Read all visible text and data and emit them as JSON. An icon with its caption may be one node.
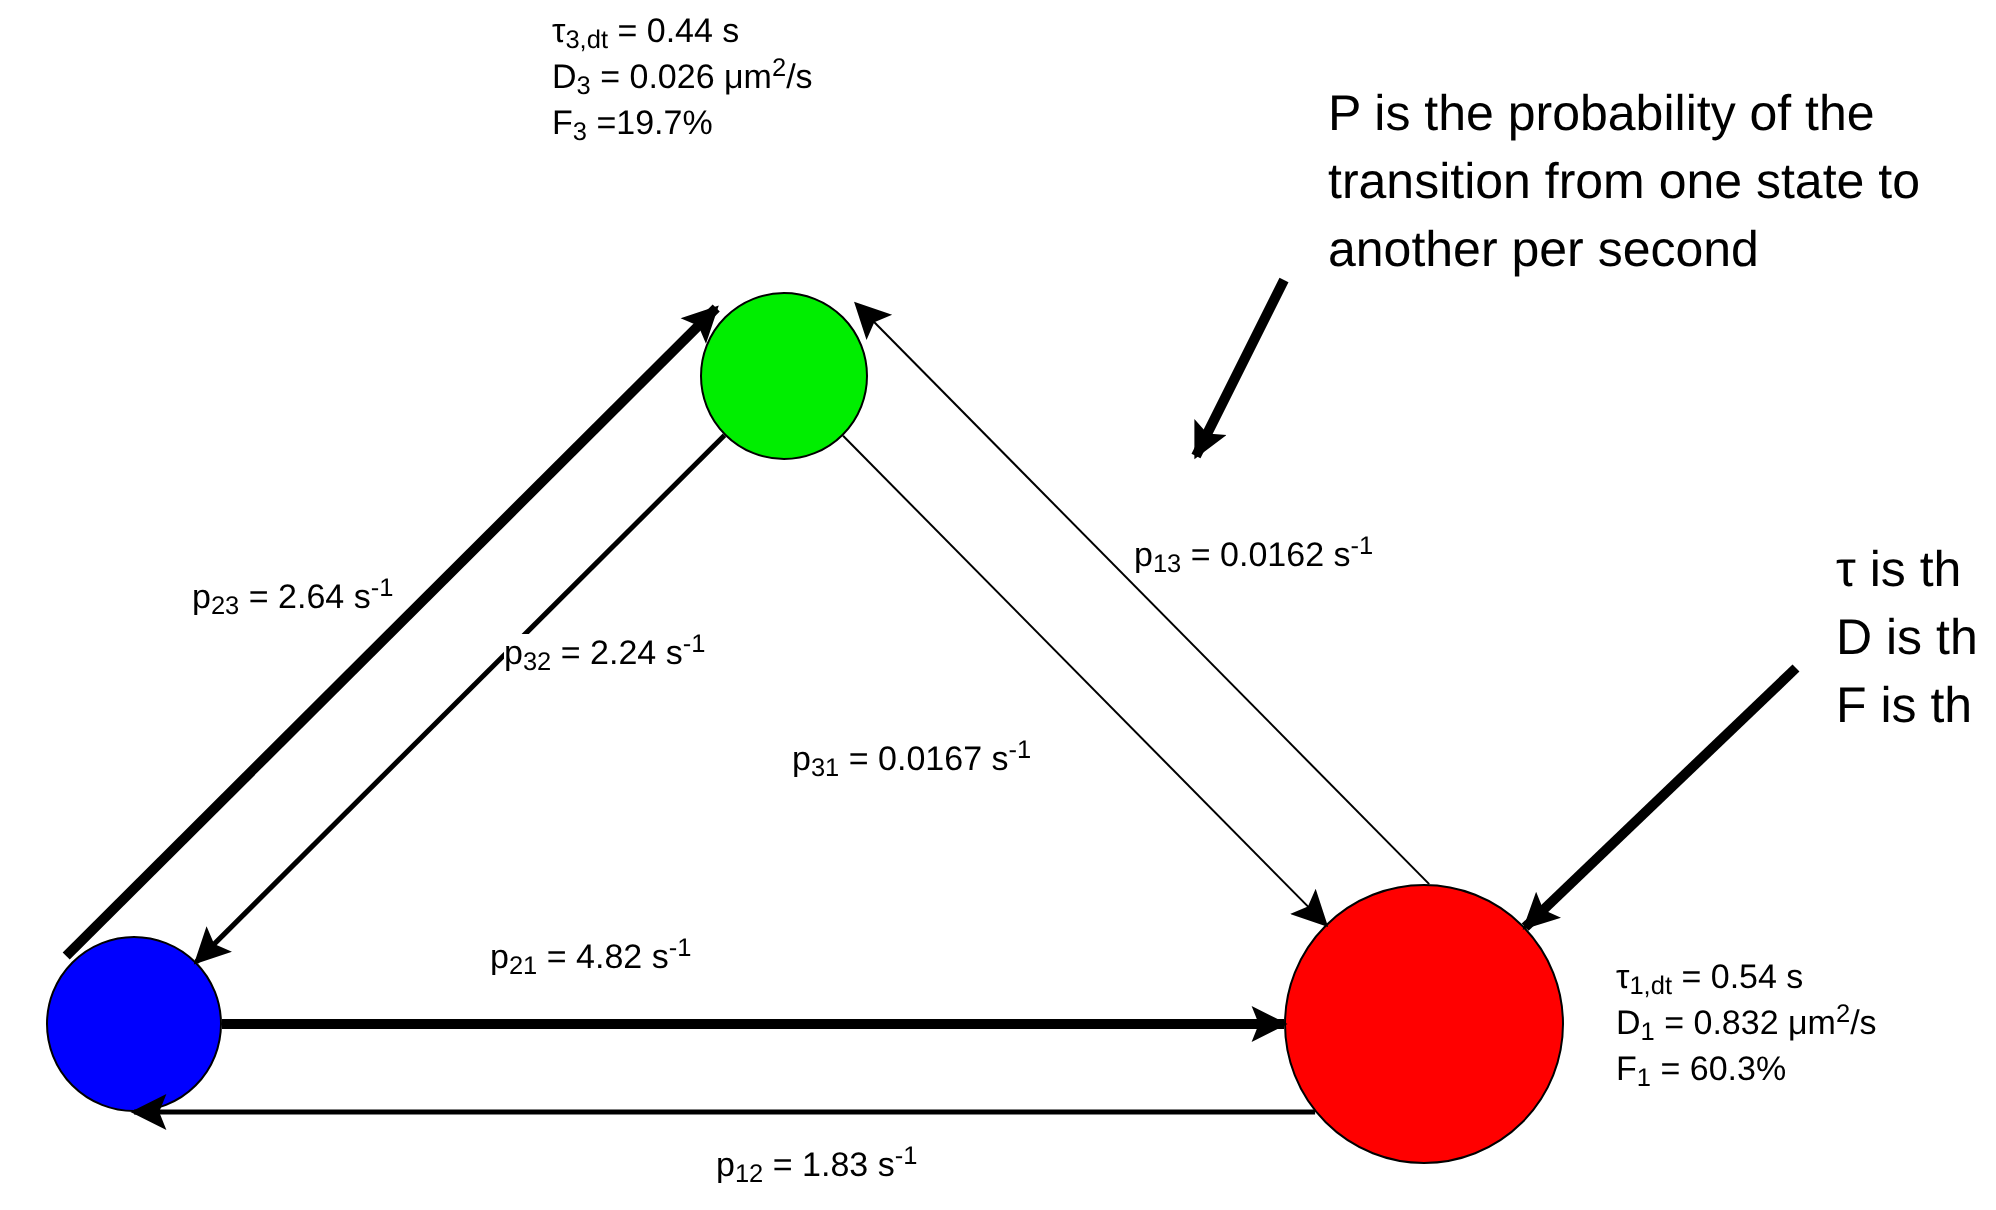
{
  "diagram": {
    "nodes": [
      {
        "text": [],
        "shape": "circle",
        "beside": [
          "τ$_{3,dt}$ = 0.44 s",
          "D$_{3}$ = 0.026 μm$^{2}$/s",
          "F$_{3}$ =19.7%"
        ]
      },
      {
        "text": [],
        "shape": "circle"
      },
      {
        "text": [],
        "shape": "circle",
        "beside": [
          "τ$_{1,dt}$ = 0.54 s",
          "D$_{1}$ = 0.832 μm$^{2}$/s",
          "F$_{1}$ = 60.3%"
        ]
      },
      {
        "text": [
          "P is the probability of the transition from one state to another per second"
        ]
      },
      {
        "text": [
          "τ is th",
          "D is th",
          "F is th"
        ]
      }
    ],
    "edges": [
      {
        "from": 1,
        "to": 0,
        "arrow": "to",
        "style": "thick",
        "label": "p$_{23}$ = 2.64 s$^{-1}$"
      },
      {
        "from": 0,
        "to": 1,
        "arrow": "to",
        "label": "p$_{32}$ = 2.24 s$^{-1}$"
      },
      {
        "from": 2,
        "to": 0,
        "arrow": "to",
        "label": "p$_{13}$ = 0.0162 s$^{-1}$"
      },
      {
        "from": 0,
        "to": 2,
        "arrow": "to",
        "label": "p$_{31}$ = 0.0167 s$^{-1}$"
      },
      {
        "from": 1,
        "to": 2,
        "arrow": "to",
        "style": "thick",
        "label": "p$_{21}$ = 4.82 s$^{-1}$"
      },
      {
        "from": 2,
        "to": 1,
        "arrow": "to",
        "label": "p$_{12}$ = 1.83 s$^{-1}$"
      },
      {
        "from": 3,
        "to": null,
        "arrow": "to",
        "style": "thick"
      },
      {
        "from": 4,
        "to": 2,
        "arrow": "to",
        "style": "thick"
      }
    ]
  }
}
